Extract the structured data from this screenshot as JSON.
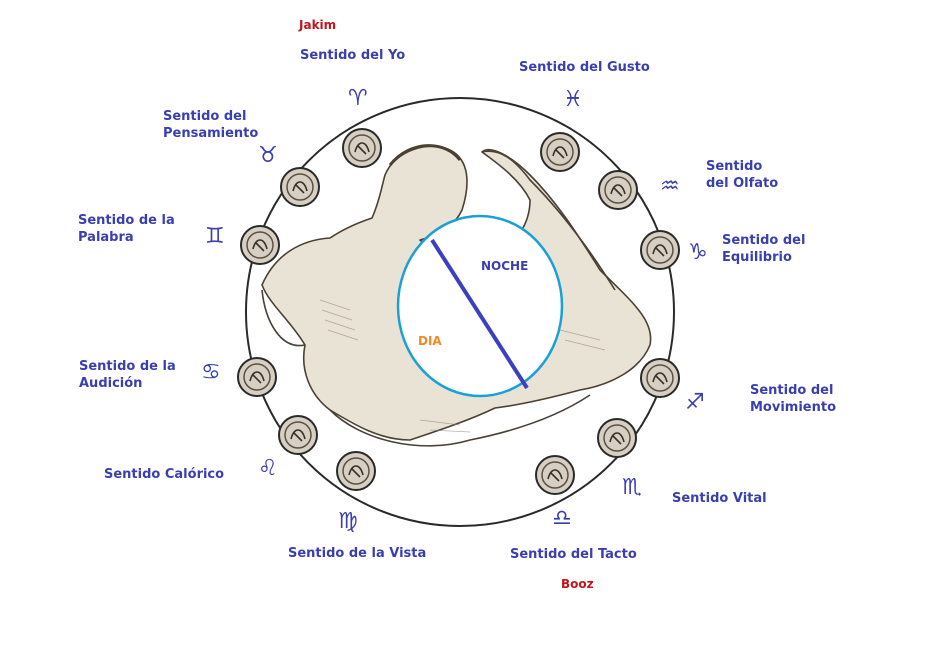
{
  "top_label": "Jakim",
  "bottom_label": "Booz",
  "center": {
    "night": "NOCHE",
    "day": "DIA"
  },
  "colors": {
    "label": "#3a3fb0",
    "red": "#c0141c",
    "night": "#3a3fb0",
    "day": "#f08a24",
    "circle": "#1aa0d8",
    "line": "#3b40c0"
  },
  "senses": [
    {
      "label": "Sentido del Yo",
      "sign": "♈",
      "icon": "aries-icon"
    },
    {
      "label": "Sentido del Gusto",
      "sign": "♓",
      "icon": "pisces-icon"
    },
    {
      "label": "Sentido\ndel Olfato",
      "sign": "♒",
      "icon": "aquarius-icon"
    },
    {
      "label": "Sentido del\nEquilibrio",
      "sign": "♑",
      "icon": "capricorn-icon"
    },
    {
      "label": "Sentido del\nMovimiento",
      "sign": "♐",
      "icon": "sagittarius-icon"
    },
    {
      "label": "Sentido Vital",
      "sign": "♏",
      "icon": "scorpio-icon"
    },
    {
      "label": "Sentido del Tacto",
      "sign": "♎",
      "icon": "libra-icon"
    },
    {
      "label": "Sentido de la Vista",
      "sign": "♍",
      "icon": "virgo-icon"
    },
    {
      "label": "Sentido Calórico",
      "sign": "♌",
      "icon": "leo-icon"
    },
    {
      "label": "Sentido de la\nAudición",
      "sign": "♋",
      "icon": "cancer-icon"
    },
    {
      "label": "Sentido de la\nPalabra",
      "sign": "♊",
      "icon": "gemini-icon"
    },
    {
      "label": "Sentido del\nPensamiento",
      "sign": "♉",
      "icon": "taurus-icon"
    }
  ]
}
